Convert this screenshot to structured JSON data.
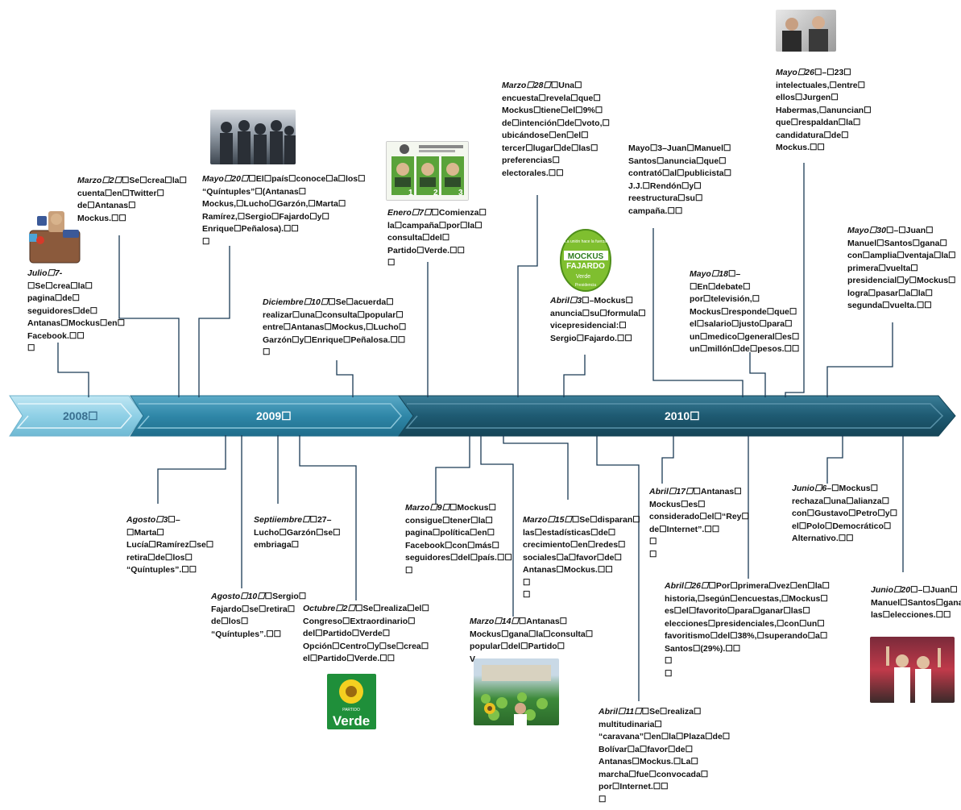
{
  "years": {
    "y2008": "2008☐",
    "y2009": "2009☐",
    "y2010": "2010☐"
  },
  "events": {
    "e1": {
      "date": "Julio☐7-",
      "text": "☐Se☐crea☐la☐\npagina☐de☐\nseguidores☐de☐\nAntanas☐Mockus☐en☐\nFacebook.☐☐\n☐"
    },
    "e2": {
      "date": "Marzo☐2☐",
      "text": "☐Se☐crea☐la☐\ncuenta☐en☐Twitter☐\nde☐Antanas☐\nMockus.☐☐"
    },
    "e3": {
      "date": "Mayo☐20☐",
      "text": "☐El☐país☐conoce☐a☐los☐\n“Quíntuples”☐(Antanas☐\nMockus,☐Lucho☐Garzón,☐Marta☐\nRamírez,☐Sergio☐Fajardo☐y☐\nEnrique☐Peñalosa).☐☐\n☐"
    },
    "e4": {
      "date": "Diciembre☐10☐",
      "text": "☐Se☐acuerda☐\nrealizar☐una☐consulta☐popular☐\nentre☐Antanas☐Mockus,☐Lucho☐\nGarzón☐y☐Enrique☐Peñalosa.☐☐\n☐"
    },
    "e5": {
      "date": "Enero☐7☐",
      "text": "☐Comienza☐\nla☐campaña☐por☐la☐\nconsulta☐del☐\nPartido☐Verde.☐☐\n☐"
    },
    "e6": {
      "date": "Marzo☐28☐",
      "text": "☐Una☐\nencuesta☐revela☐que☐\nMockus☐tiene☐el☐9%☐\nde☐intención☐de☐voto,☐\nubicándose☐en☐el☐\ntercer☐lugar☐de☐las☐\npreferencias☐\nelectorales.☐☐"
    },
    "e7": {
      "date": "Abril☐3",
      "text": "☐–Mockus☐\nanuncia☐su☐formula☐\nvicepresidencial:☐\nSergio☐Fajardo.☐☐"
    },
    "e8": {
      "date": "",
      "text": "Mayo☐3–Juan☐Manuel☐\nSantos☐anuncia☐que☐\ncontrató☐al☐publicista☐\nJ.J.☐Rendón☐y☐\nreestructura☐su☐\ncampaña.☐☐"
    },
    "e9": {
      "date": "Mayo☐26",
      "text": "☐–☐23☐\nintelectuales,☐entre☐\nellos☐Jurgen☐\nHabermas,☐anuncian☐\nque☐respaldan☐la☐\ncandidatura☐de☐\nMockus.☐☐"
    },
    "e10": {
      "date": "Mayo☐18",
      "text": "☐–☐En☐debate☐\npor☐televisión,☐\nMockus☐responde☐que☐\nel☐salario☐justo☐para☐\nun☐medico☐general☐es☐\nun☐millón☐de☐pesos.☐☐"
    },
    "e11": {
      "date": "Mayo☐30",
      "text": "☐–☐Juan☐\nManuel☐Santos☐gana☐\ncon☐amplia☐ventaja☐la☐\nprimera☐vuelta☐\npresidencial☐y☐Mockus☐\nlogra☐pasar☐a☐la☐\nsegunda☐vuelta.☐☐"
    },
    "e12": {
      "date": "Agosto☐3",
      "text": "☐–☐Marta☐\nLucía☐Ramírez☐se☐\nretira☐de☐los☐\n“Quíntuples”.☐☐"
    },
    "e13": {
      "date": "Agosto☐10☐",
      "text": "☐Sergio☐\nFajardo☐se☐retira☐\nde☐los☐\n“Quíntuples”.☐☐"
    },
    "e14": {
      "date": "Septiiembre☐",
      "text": "☐27–\nLucho☐Garzón☐se☐\nembriaga☐"
    },
    "e15": {
      "date": "Octubre☐2☐",
      "text": "☐Se☐realiza☐el☐\nCongreso☐Extraordinario☐\ndel☐Partido☐Verde☐\nOpción☐Centro☐y☐se☐crea☐\nel☐Partido☐Verde.☐☐"
    },
    "e16": {
      "date": "Marzo☐9☐",
      "text": "☐Mockus☐\nconsigue☐tener☐la☐\npagina☐política☐en☐\nFacebook☐con☐más☐\nseguidores☐del☐país.☐☐\n☐"
    },
    "e17": {
      "date": "Marzo☐14☐",
      "text": "☐Antanas☐\nMockus☐gana☐la☐consulta☐\npopular☐del☐Partido☐\nV"
    },
    "e18": {
      "date": "Marzo☐15☐",
      "text": "☐Se☐disparan☐\nlas☐estadísticas☐de☐\ncrecimiento☐en☐redes☐\nsociales☐a☐favor☐de☐\nAntanas☐Mockus.☐☐\n☐\n☐"
    },
    "e19": {
      "date": "Abril☐17☐",
      "text": "☐Antanas☐\nMockus☐es☐\nconsiderado☐el☐“Rey☐\nde☐Internet”.☐☐\n☐\n☐"
    },
    "e20": {
      "date": "Abril☐26☐",
      "text": "☐Por☐primera☐vez☐en☐la☐\nhistoria,☐según☐encuestas,☐Mockus☐\nes☐el☐favorito☐para☐ganar☐las☐\nelecciones☐presidenciales,☐con☐un☐\nfavoritismo☐del☐38%,☐superando☐a☐\nSantos☐(29%).☐☐\n☐\n☐"
    },
    "e21": {
      "date": "Abril☐11☐",
      "text": "☐Se☐realiza☐\nmultitudinaria☐\n“caravana”☐en☐la☐Plaza☐de☐\nBolívar☐a☐favor☐de☐\nAntanas☐Mockus.☐La☐\nmarcha☐fue☐convocada☐\npor☐Internet.☐☐\n☐"
    },
    "e22": {
      "date": "Junio☐6",
      "text": "–☐Mockus☐\nrechaza☐una☐alianza☐\ncon☐Gustavo☐Petro☐y☐\nel☐Polo☐Democrático☐\nAlternativo.☐☐"
    },
    "e23": {
      "date": "Junio☐20",
      "text": "☐–☐Juan☐\nManuel☐Santos☐gana☐\nlas☐elecciones.☐☐"
    }
  },
  "logos": {
    "mockus_fajardo": {
      "line1": "MOCKUS",
      "line2": "FAJARDO",
      "line3": "Verde",
      "arc": "La unión hace la fuerza",
      "sub": "Presidencia"
    },
    "partido_verde": {
      "line1": "PARTIDO",
      "line2": "Verde"
    },
    "ballot": {
      "n1": "1",
      "n2": "2",
      "n3": "3"
    }
  },
  "colors": {
    "light": "#8fd0e6",
    "mid": "#2f87a8",
    "dark": "#1e5a72",
    "green": "#2e9b3a"
  }
}
